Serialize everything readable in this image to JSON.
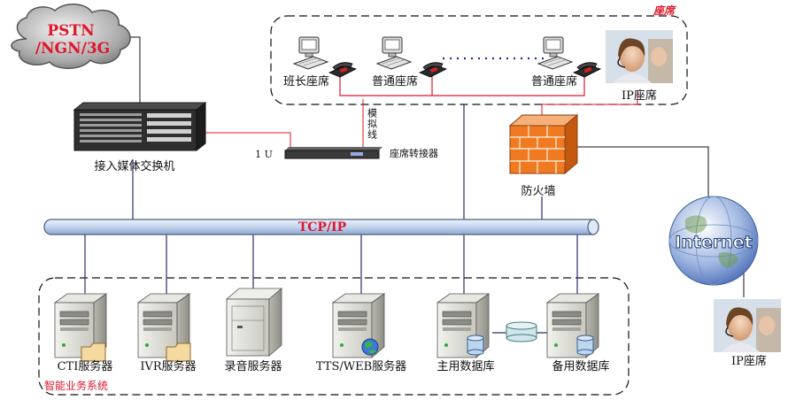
{
  "colors": {
    "bus_fill": "#c9d9ef",
    "bus_stroke": "#4b5f85",
    "red": "#e0162b",
    "blue": "#1f2f8f",
    "dark_line": "#2b2f6b",
    "cloud": "#9a9a9a",
    "firewall": "#f07a22"
  },
  "cloud": {
    "label": "PSTN\n/NGN/3G",
    "line1": "PSTN",
    "line2": "/NGN/3G"
  },
  "switch": {
    "label": "接入媒体交换机"
  },
  "converter": {
    "label": "座席转接器",
    "rack_label": "1 U"
  },
  "analog_line": {
    "label": "模拟线"
  },
  "agents_group": {
    "title": "座席",
    "agents": [
      {
        "id": "leader",
        "label": "班长座席"
      },
      {
        "id": "normal1",
        "label": "普通座席"
      },
      {
        "id": "normal2",
        "label": "普通座席"
      },
      {
        "id": "ip",
        "label": "IP座席"
      }
    ]
  },
  "firewall": {
    "label": "防火墙"
  },
  "bus": {
    "label": "TCP/IP"
  },
  "internet": {
    "label": "Internet"
  },
  "remote_agent": {
    "label": "IP座席"
  },
  "services_group": {
    "title": "智能业务系统",
    "servers": [
      {
        "id": "cti",
        "label": "CTI服务器",
        "icon": "server-folder-icon"
      },
      {
        "id": "ivr",
        "label": "IVR服务器",
        "icon": "server-folder-icon"
      },
      {
        "id": "rec",
        "label": "录音服务器",
        "icon": "server-tower-icon"
      },
      {
        "id": "tts",
        "label": "TTS/WEB服务器",
        "icon": "server-globe-icon"
      },
      {
        "id": "db1",
        "label": "主用数据库",
        "icon": "server-db-icon"
      },
      {
        "id": "db2",
        "label": "备用数据库",
        "icon": "server-db-icon"
      }
    ]
  }
}
